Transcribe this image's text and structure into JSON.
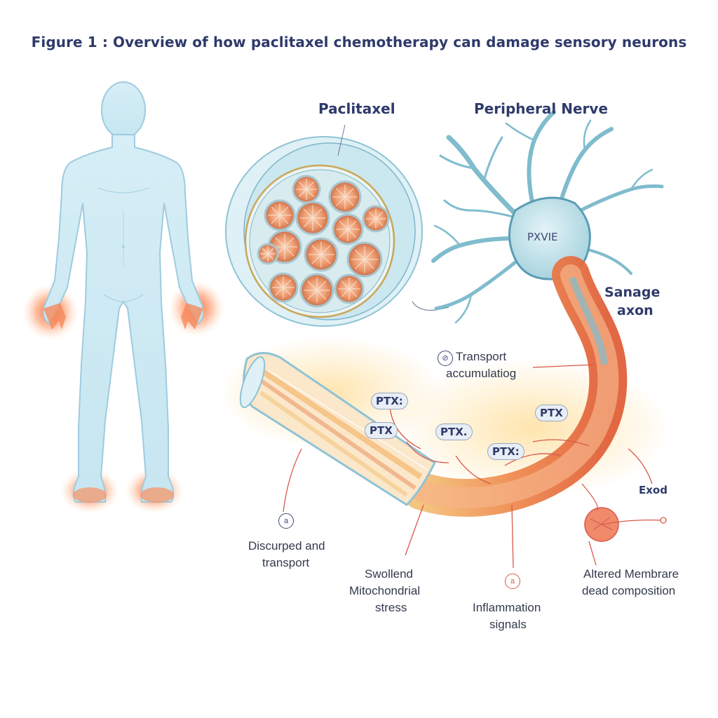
{
  "figure": {
    "title": "Figure 1 : Overview of  how paclitaxel chemotherapy can damage sensory neurons"
  },
  "headings": {
    "paclitaxel": "Paclitaxel",
    "peripheral_nerve": "Peripheral Nerve"
  },
  "neuron": {
    "soma_label": "PXVIE",
    "axon_label_line1": "Sanage",
    "axon_label_line2": "axon"
  },
  "ptx_tags": [
    "PTX:",
    "PTX",
    "PTX.",
    "PTX:",
    "PTX"
  ],
  "annotations": {
    "transport_marker": "⊘",
    "transport_line1": "Transport",
    "transport_line2": "accumulatiog",
    "exod": "Exod",
    "disrupted_marker": "a",
    "disrupted_line1": "Discurped and",
    "disrupted_line2": "transport",
    "mito_line1": "Swollend",
    "mito_line2": "Mitochondrial",
    "mito_line3": "stress",
    "inflammation_marker": "a",
    "inflammation_line1": "Inflammation",
    "inflammation_line2": "signals",
    "membrane_line1": "Altered Membrare",
    "membrane_line2": "dead composition"
  },
  "colors": {
    "title": "#2f3a6b",
    "body_fill": "#cfe9f3",
    "body_stroke": "#9fcbe0",
    "pain_glow": "#ff5a2a",
    "neuron_fill": "#b9dde6",
    "neuron_stroke": "#5a9db3",
    "axon_orange": "#ef7b45",
    "fascicle": "#ec9c72"
  }
}
